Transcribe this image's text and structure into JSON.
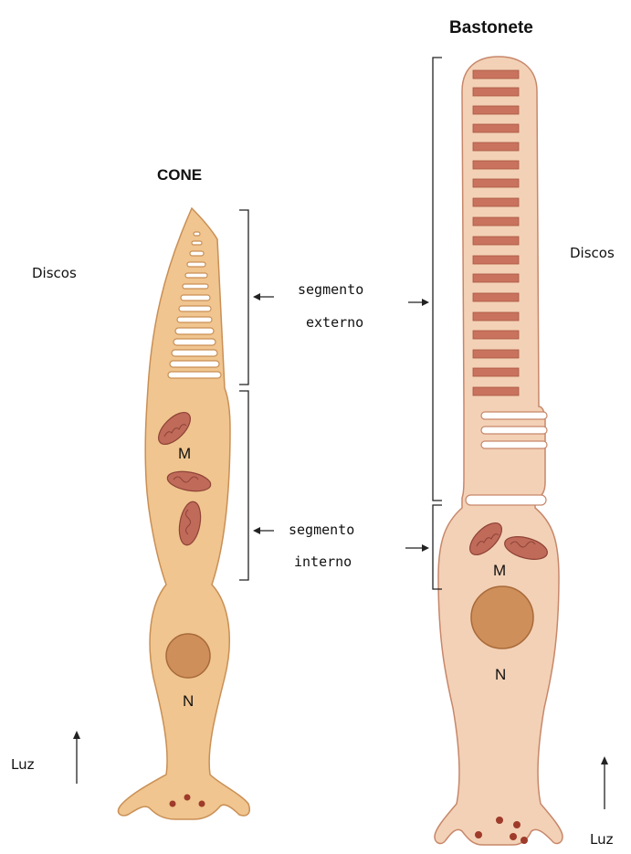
{
  "titles": {
    "cone": "CONE",
    "rod": "Bastonete"
  },
  "labels": {
    "discs_cone": "Discos",
    "discs_rod": "Discos",
    "outer_segment_line1": "segmento",
    "outer_segment_line2": "externo",
    "inner_segment_line1": "segmento",
    "inner_segment_line2": "interno",
    "mito_cone": "M",
    "mito_rod": "M",
    "nucleus_cone": "N",
    "nucleus_rod": "N",
    "light_left": "Luz",
    "light_right": "Luz"
  },
  "colors": {
    "cone_fill": "#f0c58f",
    "cone_stroke": "#c98f55",
    "rod_fill": "#f3d1b6",
    "rod_stroke": "#c7876a",
    "rod_disc": "#c9735e",
    "mitochondria": "#c06a5a",
    "nucleus": "#cf8f5a",
    "granule": "#9e3b2a"
  }
}
